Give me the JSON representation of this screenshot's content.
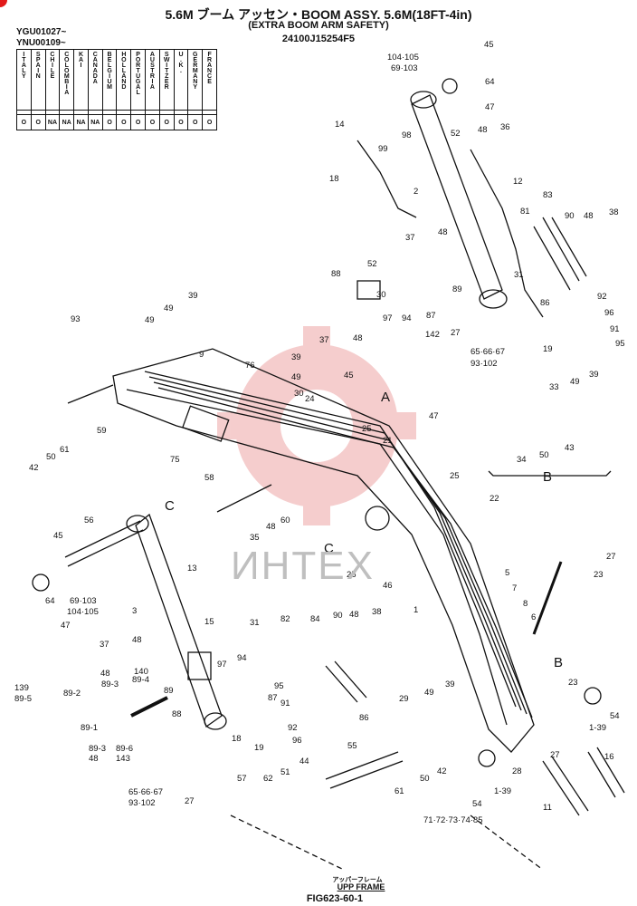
{
  "header": {
    "title": "5.6M ブーム アッセン・BOOM ASSY. 5.6M(18FT-4in)",
    "subtitle": "(EXTRA BOOM ARM SAFETY)",
    "part_number": "24100J15254F5"
  },
  "serials": [
    "YGU01027~",
    "YNU00109~"
  ],
  "countries": [
    "ITALY",
    "SPAIN",
    "CHILE",
    "COLOMBIA",
    "KAI",
    "CANADA",
    "BELGIUM",
    "HOLLAND",
    "PORTUGAL",
    "AUSTRIA",
    "SWITZER",
    "U.K.",
    "GERMANY",
    "FRANCE"
  ],
  "country_marks": [
    "O",
    "O",
    "NA",
    "NA",
    "NA",
    "NA",
    "O",
    "O",
    "O",
    "O",
    "O",
    "O",
    "O",
    "O"
  ],
  "footer": {
    "jp_label": "アッパーフレーム",
    "upp_frame": "UPP FRAME",
    "fig": "FIG623-60-1"
  },
  "watermark": "ИНТЕХ",
  "colors": {
    "line": "#111111",
    "watermark_red": "#f1b9b9",
    "watermark_gray": "#bfbfbf",
    "corner": "#e21a1a"
  },
  "section_letters": {
    "A": "A",
    "B": "B",
    "C": "C"
  },
  "callouts": {
    "c45a": "45",
    "c104a": "104·105",
    "c69a": "69·103",
    "c64a": "64",
    "c47a": "47",
    "c14": "14",
    "c99": "99",
    "c98": "98",
    "c52a": "52",
    "c48a": "48",
    "c36": "36",
    "c18a": "18",
    "c2": "2",
    "c12": "12",
    "c83": "83",
    "c81": "81",
    "c90a": "90",
    "c48b": "48",
    "c38a": "38",
    "c37a": "37",
    "c48c": "48",
    "c52b": "52",
    "c31a": "31",
    "c88a": "88",
    "c30a": "30",
    "c97a": "97",
    "c94a": "94",
    "c87a": "87",
    "c89a": "89",
    "c86a": "86",
    "c92a": "92",
    "c96a": "96",
    "c91a": "91",
    "c95a": "95",
    "c19a": "19",
    "c37b": "37",
    "c48d": "48",
    "c27a": "27",
    "c142": "142",
    "c65a": "65·66·67",
    "c93b": "93·102",
    "c93": "93",
    "c49a": "49",
    "c39a": "39",
    "c9": "9",
    "c76": "76",
    "c39b": "39",
    "c49b": "49",
    "c30b": "30",
    "c24": "24",
    "c45b": "45",
    "c33": "33",
    "c49c": "49",
    "c39c": "39",
    "c47b": "47",
    "c25a": "25",
    "c21": "21",
    "c34": "34",
    "c50a": "50",
    "c43": "43",
    "c59": "59",
    "c42a": "42",
    "c50b": "50",
    "c61a": "61",
    "c75": "75",
    "c58": "58",
    "c25b": "25",
    "c22": "22",
    "c56": "56",
    "c48e": "48",
    "c60": "60",
    "c35": "35",
    "c25c": "25",
    "c46": "46",
    "c45c": "45",
    "c13": "13",
    "c64b": "64",
    "c69b": "69·103",
    "c104b": "104·105",
    "c47c": "47",
    "c3": "3",
    "c15": "15",
    "c1": "1",
    "c5": "5",
    "c7": "7",
    "c8": "8",
    "c6": "6",
    "c23a": "23",
    "c27b": "27",
    "c31b": "31",
    "c82": "82",
    "c84": "84",
    "c90b": "90",
    "c48f": "48",
    "c38b": "38",
    "c37c": "37",
    "c48g": "48",
    "c140": "140",
    "c48h": "48",
    "c89-3a": "89-3",
    "c89-4": "89-4",
    "c94b": "94",
    "c97b": "97",
    "c95b": "95",
    "c87b": "87",
    "c91b": "91",
    "c92b": "92",
    "c96b": "96",
    "c86b": "86",
    "c139": "139",
    "c89-5": "89-5",
    "c89-2": "89-2",
    "c89b": "89",
    "c88b": "88",
    "c89-1": "89-1",
    "c18b": "18",
    "c19b": "19",
    "c29": "29",
    "c49d": "49",
    "c39d": "39",
    "c23b": "23",
    "c1-39a": "1-39",
    "c54a": "54",
    "c89-3b": "89-3",
    "c48i": "48",
    "c89-6": "89-6",
    "c143": "143",
    "c65b": "65·66·67",
    "c93c": "93·102",
    "c27c": "27",
    "c55": "55",
    "c44": "44",
    "c61b": "61",
    "c50c": "50",
    "c42b": "42",
    "c57": "57",
    "c62": "62",
    "c51": "51",
    "c54b": "54",
    "c1-39b": "1-39",
    "c28": "28",
    "c27d": "27",
    "c16": "16",
    "c11": "11",
    "c71": "71·72·73·74·85"
  }
}
